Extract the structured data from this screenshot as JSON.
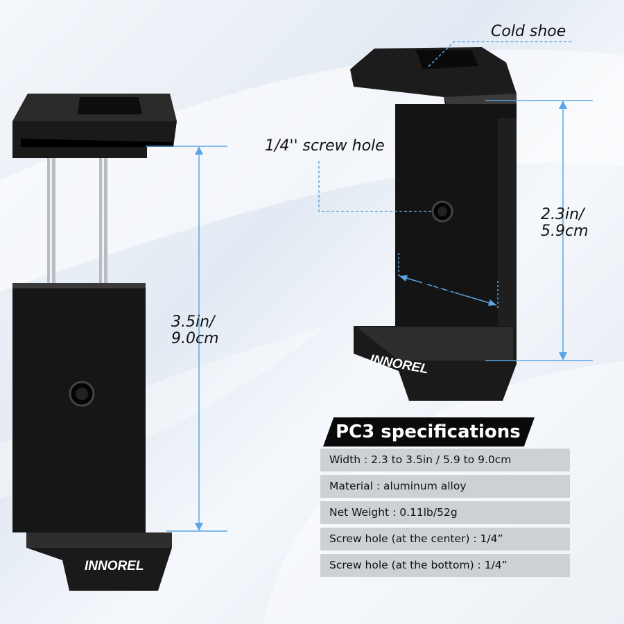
{
  "callouts": {
    "cold_shoe": "Cold shoe",
    "screw_hole": "1/4'' screw hole"
  },
  "dimensions": {
    "left_height": [
      "3.5in/",
      "9.0cm"
    ],
    "right_height": [
      "2.3in/",
      "5.9cm"
    ],
    "right_width": [
      "1.2in/",
      "3.0cm"
    ]
  },
  "brand": "INNOREL",
  "specs": {
    "title": "PC3 specifications",
    "rows": [
      "Width : 2.3 to 3.5in / 5.9 to 9.0cm",
      "Material : aluminum alloy",
      "Net Weight : 0.11lb/52g",
      "Screw hole (at the center) : 1/4”",
      "Screw hole (at the bottom) : 1/4”"
    ]
  },
  "colors": {
    "guide_line": "#5aa6e6",
    "body_metal": "#151515",
    "spec_title_bg": "#0a0a0a",
    "spec_row_bg": "#cdd0d5"
  }
}
